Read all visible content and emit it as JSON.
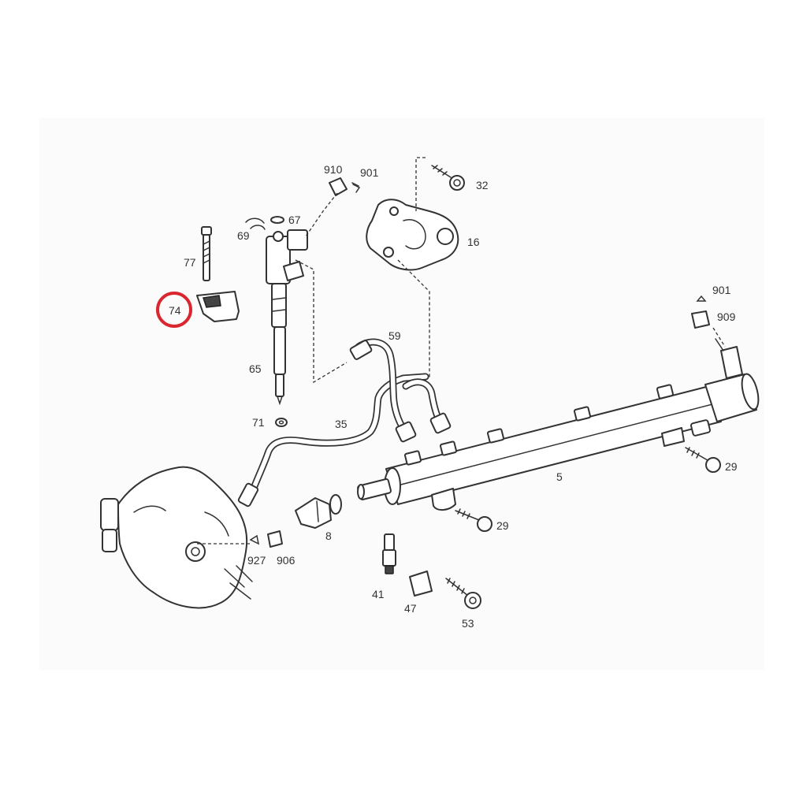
{
  "labels": {
    "l910": "910",
    "l901a": "901",
    "l32": "32",
    "l67": "67",
    "l69": "69",
    "l16": "16",
    "l77": "77",
    "l74": "74",
    "l901b": "901",
    "l909": "909",
    "l59": "59",
    "l65": "65",
    "l71": "71",
    "l35": "35",
    "l5": "5",
    "l29a": "29",
    "l29b": "29",
    "l8": "8",
    "l927": "927",
    "l906": "906",
    "l41": "41",
    "l47": "47",
    "l53": "53"
  },
  "colors": {
    "highlight_circle": "#d9262f",
    "line": "#333333",
    "panel": "#fbfbfb"
  }
}
